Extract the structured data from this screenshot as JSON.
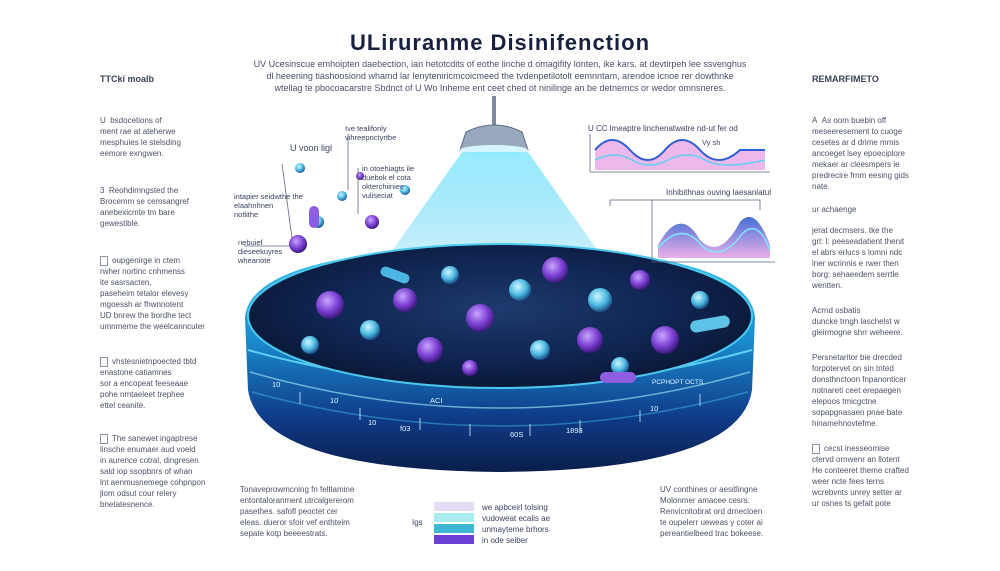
{
  "title": "ULiruranme Disinifenction",
  "subtitle": [
    "UV Ucesinscue emhoipten daebection, ian hetotcdits of eothe linche d omagifity lonten, ike kars. at devtirpeh lee ssvenghus",
    "dl heeening tiashoosiond whamd lar lenyteniricmcoicmeed the tvdenpetilotolt eemnntam, arendoe icnoe rer dowthnke",
    "wtellag te pbocoacarstre Sbdnct of U Wo Inheme ent ceet ched ot ninilinge an be detnemcs or wedor omnsneres."
  ],
  "left_column": {
    "heading": "TTCki moalb",
    "blocks": [
      {
        "marker": "U",
        "lines": [
          "bsdocetions of",
          "ment rae at ateherwe",
          "mesphuies le stelsding",
          "eemore exngwen."
        ]
      },
      {
        "marker": "3",
        "lines": [
          "Reohdimngsted the",
          "Brocemm se cemsangref",
          "anebexicmte tm bare",
          "gewestible."
        ]
      },
      {
        "marker": "",
        "lines": [
          "oupgenirge in ctem",
          "rwher nortinc cnhmenss",
          "ite sasrsacten.",
          "paseheim tetalor elevesy",
          "mgoessh ar fhwnnotent",
          "UD bnrew the bordhe tect",
          "umnmeme the weelcanncuter"
        ]
      },
      {
        "marker": "",
        "lines": [
          "vhstesnietnpoected tbtd",
          "enastone catiamnes",
          "sor a encopeat feeseaae",
          "pohe nmtaeleet trephee",
          "ettel ceanite."
        ]
      },
      {
        "marker": "",
        "lines": [
          "The sanewet ingaptrese",
          "linsche enumaer aud voeld",
          "in aurence cotral, dingresen",
          "sald iop ssopbnrs of whan",
          "lnt aenmusnemege cohpnpon",
          "jlom odsut cour relery",
          "bnetatesnence."
        ]
      }
    ]
  },
  "right_column": {
    "heading": "REMARFIMETO",
    "blocks": [
      {
        "marker": "A",
        "lines": [
          "As oom buebin off",
          "meseeresement to cuoge",
          "cesetes ar d drime mmis",
          "ancoeget lsey epoeciplore",
          "mekaer ar cleesmpers ie",
          "predrecire frnm eesing gids",
          "nate."
        ]
      },
      {
        "marker": "",
        "lines": [
          "ur achaenge",
          "jerat decmsers. tke the",
          "grl: I: peeseadatient thenit",
          "el abrs erlucs s lomni ndc",
          "lner wcrinnis e rwer then",
          "borg: sehaeedem serrtle",
          "wentten."
        ]
      },
      {
        "marker": "",
        "lines": [
          "Acrnd osbatis",
          "duncke trngh laschelst w",
          "gieirmogne shrr weheere."
        ]
      },
      {
        "marker": "",
        "lines": [
          "Persnetaritor bie drecded",
          "forpotervet on sin tnted",
          "donsthnctoon fnpanonticer",
          "notnareti ceet erepaegen",
          "elepoos tmicgctne",
          "sopapgnasaen pnae bate",
          "hinamehnovtefme."
        ]
      },
      {
        "marker": "",
        "lines": [
          "cecst inesseomise",
          "ctervd ornwenr an llotent",
          "He conteeret theme crafted",
          "weer ncte fees terns",
          "wcrebvnts unrey setter ar",
          "ur osnes ts gefalt pote"
        ]
      }
    ]
  },
  "callouts": {
    "uv_light": "U voon ligl",
    "lbl_a": [
      "Ive tealifonly",
      "vihreepnctyrtbe"
    ],
    "lbl_b": [
      "in otoehiagts ile",
      "duebok el cota",
      "okterchiiniee",
      "vuliseciat"
    ],
    "lbl_c": [
      "intapier seidwthe the",
      "elaahnhnen",
      "notlithe"
    ],
    "lbl_d": [
      "nebuief",
      "dieseekuyres",
      "wheanote"
    ],
    "uvc_title": "U CC lmeaptre linchenatwatre nd-ut fer od",
    "uvc_small": "Vy sh",
    "inhib_title": "Inhibithnas ouving laesanlatul",
    "ring_left": "10",
    "ring_a": "10",
    "ring_b": "10",
    "ring_c": "f03",
    "ring_d": "60S",
    "ring_e": "1893",
    "ring_f": "10",
    "ring_g": "ACI",
    "ring_h": "PCPHOPT OCTS"
  },
  "bottom_notes": {
    "left": [
      "Tonaveprowmcning fn feltlamine",
      "entontaloranment utrcalgererom",
      "pasethes. safofl peoctet cer",
      "eleas. dueror sfoir vef enthteim",
      "sepate kotp beeeestrats."
    ],
    "right": [
      "UV conthines or aesitlingne",
      "Molonmer amacee cesrs.",
      "Renvicnitobrat ord drnecloen",
      "te oupelerr ueweas y coter ai",
      "pereantielbeed trac bokeese."
    ]
  },
  "legend": {
    "label": "Igs",
    "items": [
      "we apbceirl tolsing",
      "vudoweat ecalis ae",
      "unmayteme brhors",
      "in ode seiber"
    ],
    "colors": [
      "#e3dcf4",
      "#a9ecf0",
      "#3fb6d6",
      "#6b3fd3"
    ]
  },
  "colors": {
    "accent_blue": "#1b9fd6",
    "deep_navy": "#0c1a3a",
    "purple_microbe": "#7b3fd2",
    "cyan_glow": "#5fe0f5"
  }
}
